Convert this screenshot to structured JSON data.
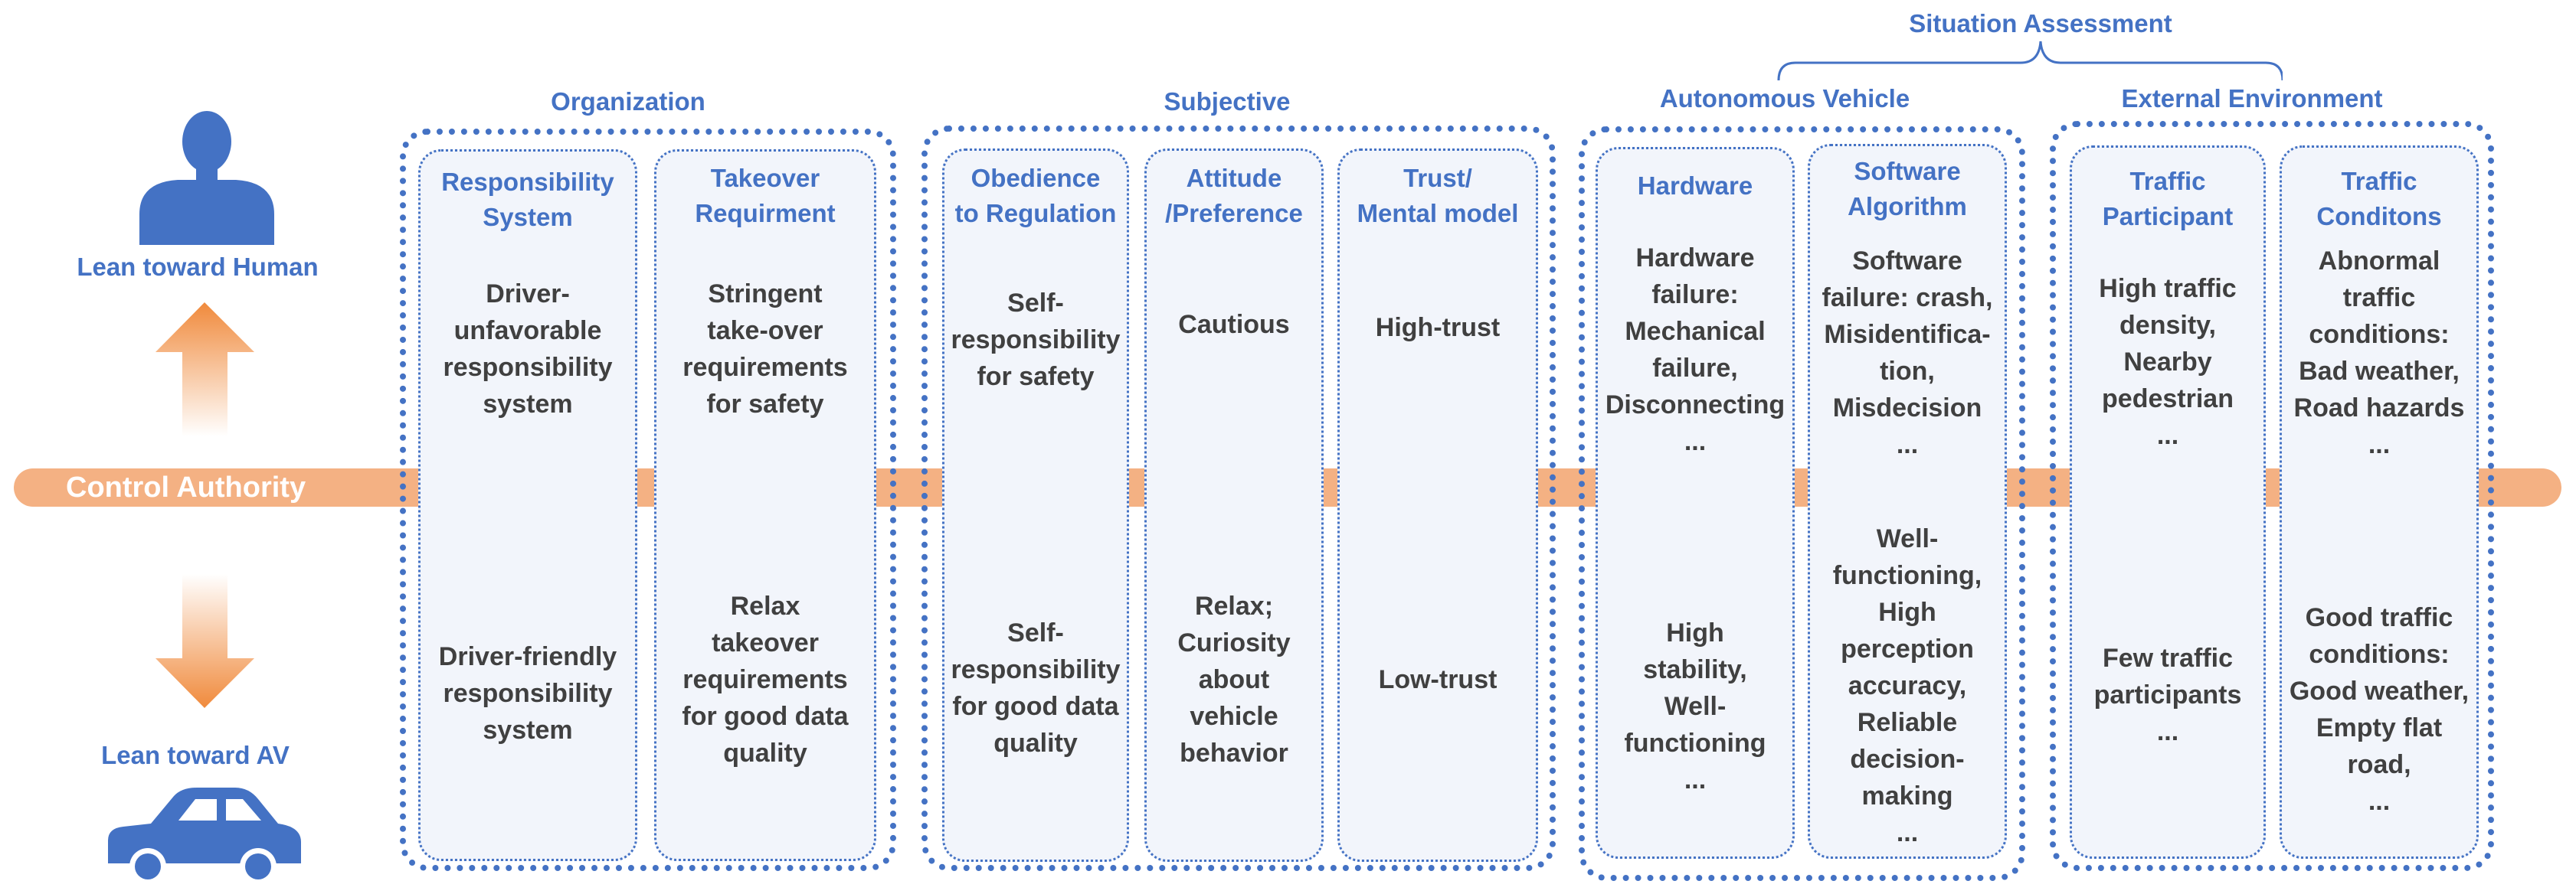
{
  "labels": {
    "lean_human": "Lean toward Human",
    "lean_av": "Lean toward AV",
    "control_authority": "Control Authority",
    "situation_assessment": "Situation Assessment"
  },
  "groups": {
    "organization": "Organization",
    "subjective": "Subjective",
    "autonomous_vehicle": "Autonomous Vehicle",
    "external_environment": "External Environment"
  },
  "columns": [
    {
      "header": "Responsibility\nSystem",
      "top": "Driver-\nunfavorable\nresponsibility\nsystem",
      "bottom": "Driver-friendly\nresponsibility\nsystem"
    },
    {
      "header": "Takeover\nRequirment",
      "top": "Stringent\ntake-over\nrequirements\nfor safety",
      "bottom": "Relax\ntakeover\nrequirements\nfor good data\nquality"
    },
    {
      "header": "Obedience\nto Regulation",
      "top": "Self-\nresponsibility\nfor safety",
      "bottom": "Self-\nresponsibility\nfor good data\nquality"
    },
    {
      "header": "Attitude\n/Preference",
      "top": "Cautious",
      "bottom": "Relax;\nCuriosity\nabout\nvehicle\nbehavior"
    },
    {
      "header": "Trust/\nMental model",
      "top": "High-trust",
      "bottom": "Low-trust"
    },
    {
      "header": "Hardware",
      "top": "Hardware\nfailure:\nMechanical\nfailure,\nDisconnecting\n...",
      "bottom": "High\nstability,\nWell-\nfunctioning\n..."
    },
    {
      "header": "Software\nAlgorithm",
      "top": "Software\nfailure: crash,\nMisidentifica-\ntion,\nMisdecision\n...",
      "bottom": "Well-\nfunctioning,\nHigh\nperception\naccuracy,\nReliable\ndecision-\nmaking\n..."
    },
    {
      "header": "Traffic\nParticipant",
      "top": "High traffic\ndensity,\nNearby\npedestrian\n...",
      "bottom": "Few traffic\nparticipants\n..."
    },
    {
      "header": "Traffic\nConditons",
      "top": "Abnormal\ntraffic\nconditions:\nBad weather,\nRoad hazards\n...",
      "bottom": "Good traffic\nconditions:\nGood weather,\nEmpty flat\nroad,\n..."
    }
  ],
  "colors": {
    "accent_blue": "#4472c4",
    "band_orange": "#f4b183",
    "arrow_orange": "#f08a3c",
    "column_fill": "#f2f5fb",
    "text_dark": "#404040"
  },
  "icons": [
    "person-icon",
    "car-icon",
    "arrow-up-icon",
    "arrow-down-icon"
  ]
}
